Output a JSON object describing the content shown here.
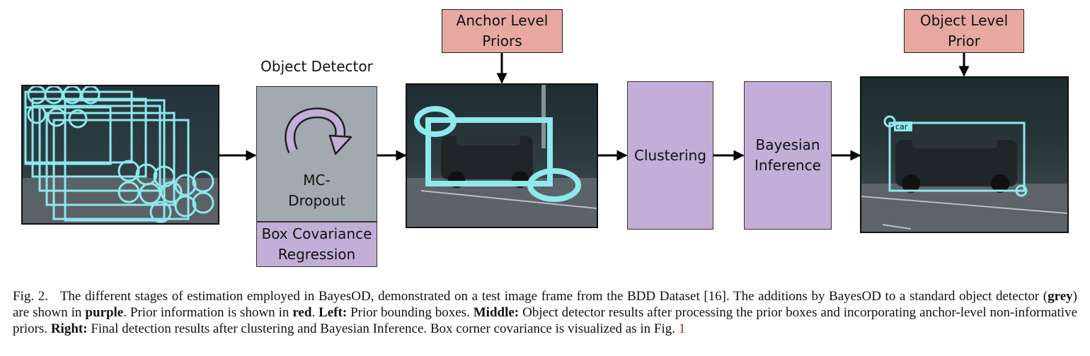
{
  "diagram": {
    "anchor_prior_line1": "Anchor Level",
    "anchor_prior_line2": "Priors",
    "object_prior_line1": "Object Level",
    "object_prior_line2": "Prior",
    "detector_title": "Object Detector",
    "mc_line1": "MC-",
    "mc_line2": "Dropout",
    "cov_line1": "Box Covariance",
    "cov_line2": "Regression",
    "clustering": "Clustering",
    "bayes_line1": "Bayesian",
    "bayes_line2": "Inference",
    "car_tag": "car",
    "colors": {
      "prior_red": "#e6a8a0",
      "bayes_purple": "#c2aed6",
      "detector_grey": "#a2a9b1",
      "box_cyan": "#8ee8ec"
    }
  },
  "caption": {
    "fig_label": "Fig. 2.",
    "t1": "The different stages of estimation employed in BayesOD, demonstrated on a test image frame from the BDD Dataset [16]. The additions by BayesOD to a standard object detector (",
    "b_grey": "grey",
    "t2": ") are shown in ",
    "b_purple": "purple",
    "t3": ". Prior information is shown in ",
    "b_red": "red",
    "t4": ". ",
    "b_left": "Left:",
    "t5": " Prior bounding boxes. ",
    "b_middle": "Middle:",
    "t6": " Object detector results after processing the prior boxes and incorporating anchor-level non-informative priors. ",
    "b_right": "Right:",
    "t7": " Final detection results after clustering and Bayesian Inference. Box corner covariance is visualized as in Fig. ",
    "ref": "1"
  }
}
